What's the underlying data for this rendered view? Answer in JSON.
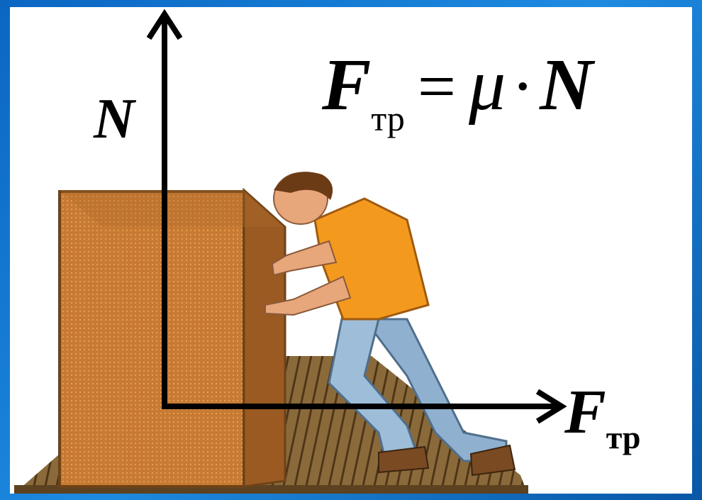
{
  "labels": {
    "normal_force": "N",
    "friction_force": "F",
    "friction_subscript": "тр"
  },
  "formula": {
    "lhs": "F",
    "lhs_subscript": "тр",
    "equals": "=",
    "mu": "μ",
    "dot": "·",
    "rhs": "N"
  },
  "colors": {
    "frame": "#0b66c2",
    "background": "#ffffff",
    "cabinet_front": "#c87a33",
    "cabinet_side": "#9a5a22",
    "floor": "#7a5a2e",
    "shirt": "#f39a1e",
    "jeans": "#8fb1cf",
    "arrow": "#000000"
  }
}
